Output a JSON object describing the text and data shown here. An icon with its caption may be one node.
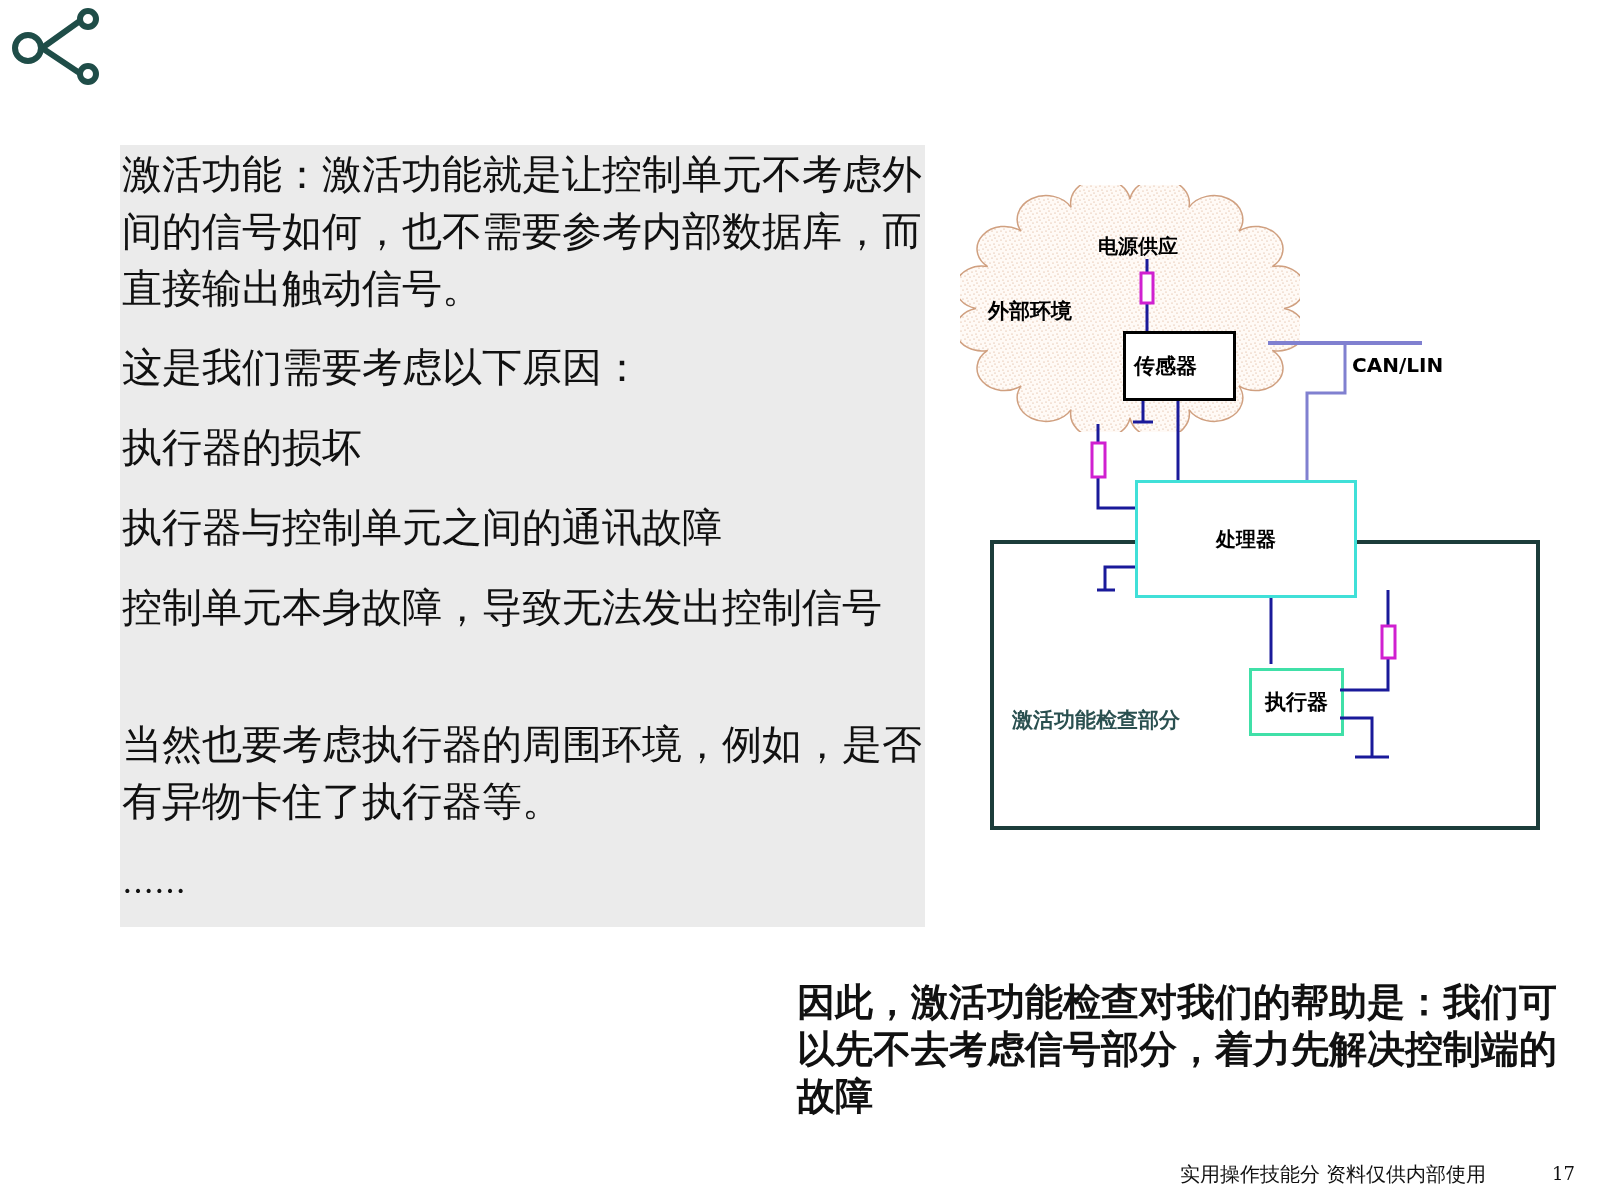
{
  "diagram": {
    "nodes": [
      {
        "text": [
          "外部环境"
        ]
      },
      {
        "text": [
          "电源供应"
        ],
        "in": 0
      },
      {
        "text": [
          "传感器"
        ],
        "in": 0
      },
      {
        "text": [
          "处理器"
        ]
      },
      {
        "text": [
          "激活功能检查部分"
        ]
      },
      {
        "text": [
          "执行器"
        ],
        "in": 4
      },
      {
        "text": [],
        "shape": "bar",
        "beside": [
          "CAN/LIN"
        ]
      }
    ],
    "edges": [
      {
        "from": 1,
        "to": 2,
        "arrow": "none"
      },
      {
        "from": 2,
        "to": 3,
        "arrow": "none"
      },
      {
        "from": 0,
        "to": 3,
        "arrow": "none"
      },
      {
        "from": 3,
        "to": 5,
        "arrow": "none"
      },
      {
        "from": 3,
        "to": 6,
        "arrow": "none",
        "color": "#8080d0"
      }
    ],
    "labels": [
      "激活功能：激活功能就是让控制单元不考虑外间的信号如何，也不需要参考内部数据库，而直接输出触动信号。",
      "这是我们需要考虑以下原因：",
      "执行器的损坏",
      "执行器与控制单元之间的通讯故障",
      "控制单元本身故障，导致无法发出控制信号",
      "当然也要考虑执行器的周围环境，例如，是否有异物卡住了执行器等。",
      "……",
      "因此，激活功能检查对我们的帮助是：我们可以先不去考虑信号部分，着力先解决控制端的故障",
      "实用操作技能分 资料仅供内部使用",
      "17"
    ]
  }
}
